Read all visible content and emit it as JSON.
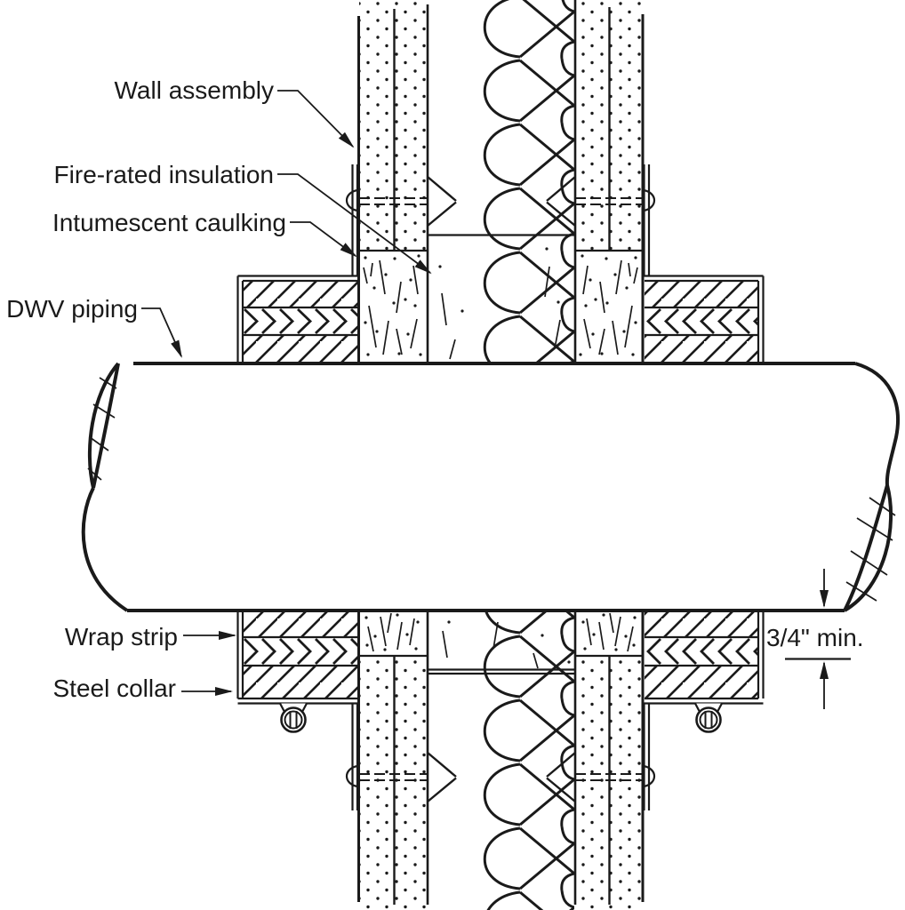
{
  "figure": {
    "type": "construction-detail-diagram",
    "subject": "Fire-rated wall penetration firestop detail for DWV piping",
    "background_color": "#ffffff",
    "line_color": "#1a1a1a"
  },
  "labels": {
    "wall_assembly": "Wall assembly",
    "fire_rated_insulation": "Fire-rated insulation",
    "intumescent_caulking": "Intumescent caulking",
    "dwv_piping": "DWV piping",
    "wrap_strip": "Wrap strip",
    "steel_collar": "Steel collar"
  },
  "dimension": {
    "text": "3/4\" min."
  }
}
